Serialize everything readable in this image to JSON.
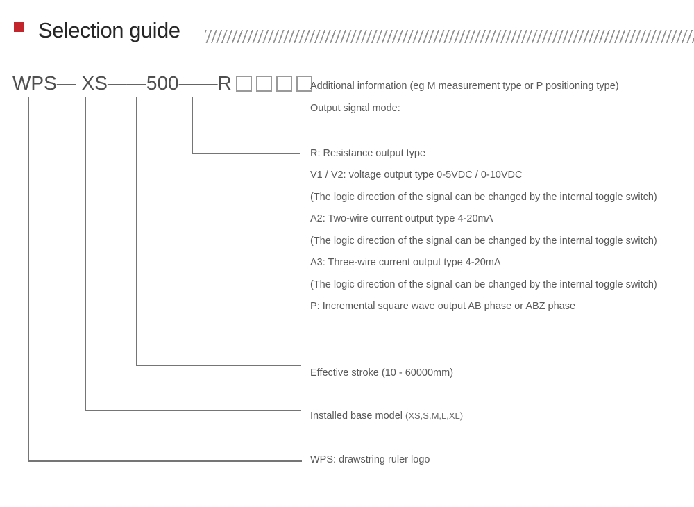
{
  "header": {
    "title": "Selection guide"
  },
  "model_code": {
    "text": "WPS— XS——500——R",
    "placeholder_count": 4
  },
  "labels": {
    "additional_info": "Additional information (eg M measurement type or P positioning type)",
    "output_signal_mode": "Output signal mode:",
    "r_mode": "R: Resistance output type",
    "v_mode": "V1 / V2: voltage output type 0-5VDC / 0-10VDC",
    "v_note": "(The logic direction of the signal can be changed by the internal toggle switch)",
    "a2_mode": "A2: Two-wire current output type 4-20mA",
    "a2_note": "(The logic direction of the signal can be changed by the internal toggle switch)",
    "a3_mode": "A3: Three-wire current output type 4-20mA",
    "a3_note": "(The logic direction of the signal can be changed by the internal toggle switch)",
    "p_mode": "P: Incremental square wave output AB phase or ABZ phase",
    "effective_stroke": "Effective stroke (10 - 60000mm)",
    "installed_base_model": "Installed base model",
    "installed_base_options": "(XS,S,M,L,XL)",
    "wps_logo": "WPS: drawstring ruler logo"
  },
  "colors": {
    "accent": "#c2252c",
    "connector_line": "#757575",
    "annotation_text": "#595959",
    "code_text": "#4f4f4f",
    "title_text": "#262626"
  }
}
